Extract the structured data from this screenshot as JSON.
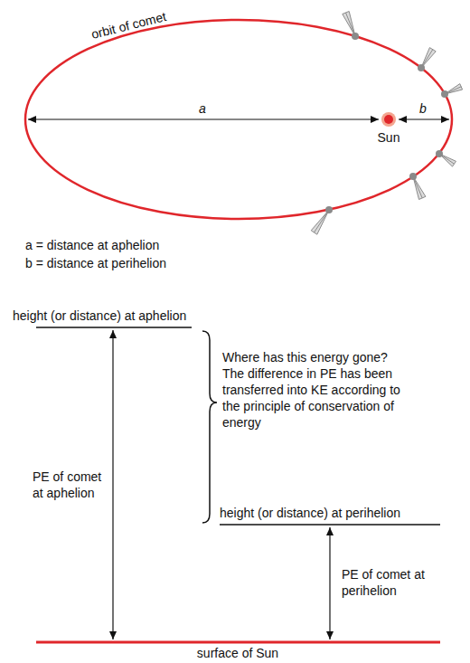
{
  "diagram": {
    "labels": [
      "orbit of comet",
      "a",
      "b",
      "Sun",
      "a = distance at aphelion",
      "b = distance at perihelion",
      "height (or distance) at aphelion",
      "PE of comet at aphelion",
      "Where has this energy gone? The difference in PE has been transferred into KE according to the principle of conservation of energy",
      "height (or distance) at perihelion",
      "PE of comet at perihelion",
      "surface of Sun"
    ]
  }
}
